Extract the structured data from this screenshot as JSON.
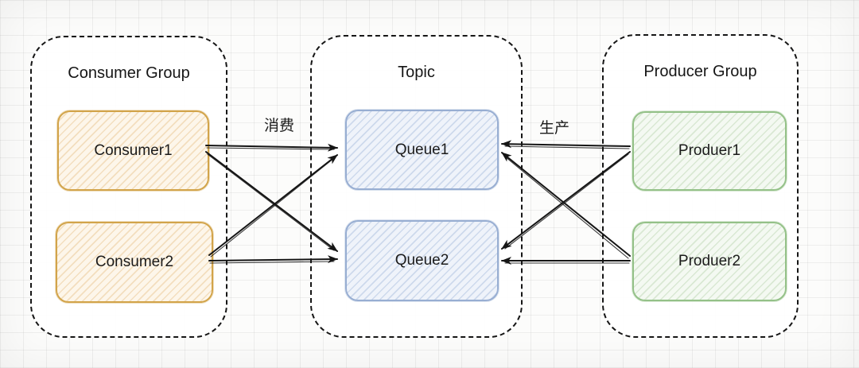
{
  "diagram": {
    "groups": [
      {
        "id": "consumer-group",
        "title": "Consumer Group",
        "nodes": [
          {
            "label": "Consumer1"
          },
          {
            "label": "Consumer2"
          }
        ],
        "node_border_color": "#d2a44a",
        "node_fill_color": "#fdf6ea"
      },
      {
        "id": "topic",
        "title": "Topic",
        "nodes": [
          {
            "label": "Queue1"
          },
          {
            "label": "Queue2"
          }
        ],
        "node_border_color": "#98aed2",
        "node_fill_color": "#eff3fa"
      },
      {
        "id": "producer-group",
        "title": "Producer Group",
        "nodes": [
          {
            "label": "Produer1"
          },
          {
            "label": "Produer2"
          }
        ],
        "node_border_color": "#94c188",
        "node_fill_color": "#f4f9f2"
      }
    ],
    "edge_labels": {
      "consume": "消费",
      "produce": "生产"
    },
    "edges": [
      {
        "from": "Consumer1",
        "to": "Queue1",
        "label": "消费"
      },
      {
        "from": "Consumer1",
        "to": "Queue2",
        "label": "消费"
      },
      {
        "from": "Consumer2",
        "to": "Queue1",
        "label": "消费"
      },
      {
        "from": "Consumer2",
        "to": "Queue2",
        "label": "消费"
      },
      {
        "from": "Produer1",
        "to": "Queue1",
        "label": "生产"
      },
      {
        "from": "Produer1",
        "to": "Queue2",
        "label": "生产"
      },
      {
        "from": "Produer2",
        "to": "Queue1",
        "label": "生产"
      },
      {
        "from": "Produer2",
        "to": "Queue2",
        "label": "生产"
      }
    ],
    "colors": {
      "group_border": "#161616",
      "arrow": "#151515",
      "text": "#1b1b1b"
    }
  }
}
